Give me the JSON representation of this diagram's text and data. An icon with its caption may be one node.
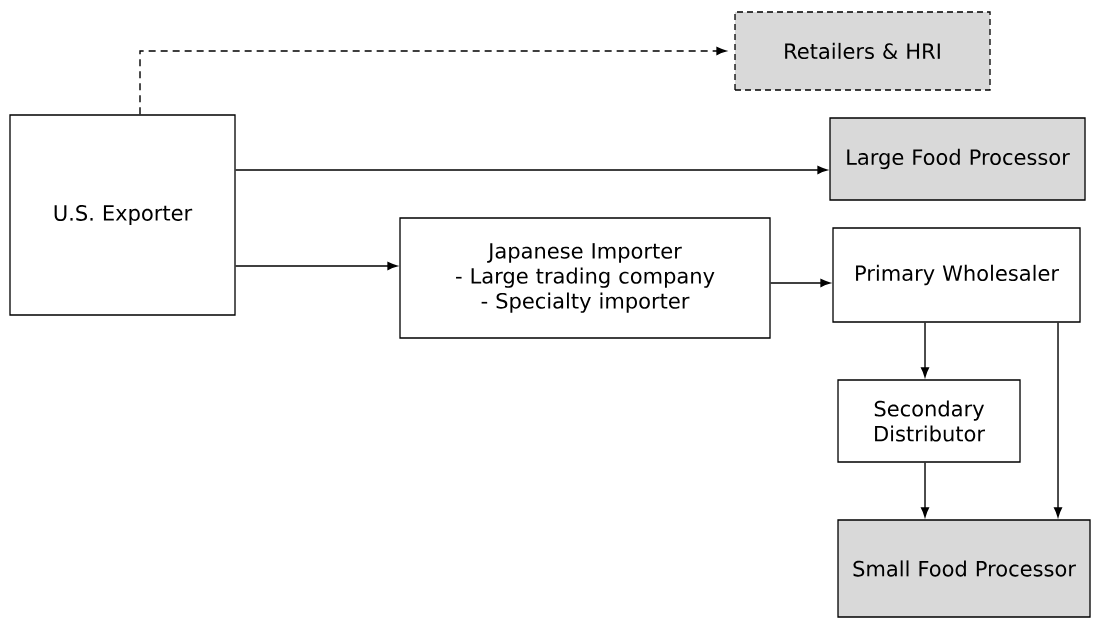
{
  "diagram": {
    "nodes": [
      {
        "text": [
          "U.S. Exporter"
        ]
      },
      {
        "text": [
          "Retailers & HRI"
        ]
      },
      {
        "text": [
          "Large Food Processor"
        ]
      },
      {
        "text": [
          "Japanese Importer",
          "- Large trading company",
          "- Specialty importer"
        ]
      },
      {
        "text": [
          "Primary Wholesaler"
        ]
      },
      {
        "text": [
          "Secondary Distributor"
        ]
      },
      {
        "text": [
          "Small Food Processor"
        ]
      }
    ],
    "edges": [
      {
        "from": 0,
        "to": 1,
        "arrow": "to",
        "style": "dashed"
      },
      {
        "from": 0,
        "to": 2,
        "arrow": "to"
      },
      {
        "from": 0,
        "to": 3,
        "arrow": "to"
      },
      {
        "from": 3,
        "to": 4,
        "arrow": "to"
      },
      {
        "from": 4,
        "to": 5,
        "arrow": "to"
      },
      {
        "from": 5,
        "to": 6,
        "arrow": "to"
      },
      {
        "from": 4,
        "to": 6,
        "arrow": "to"
      }
    ]
  }
}
